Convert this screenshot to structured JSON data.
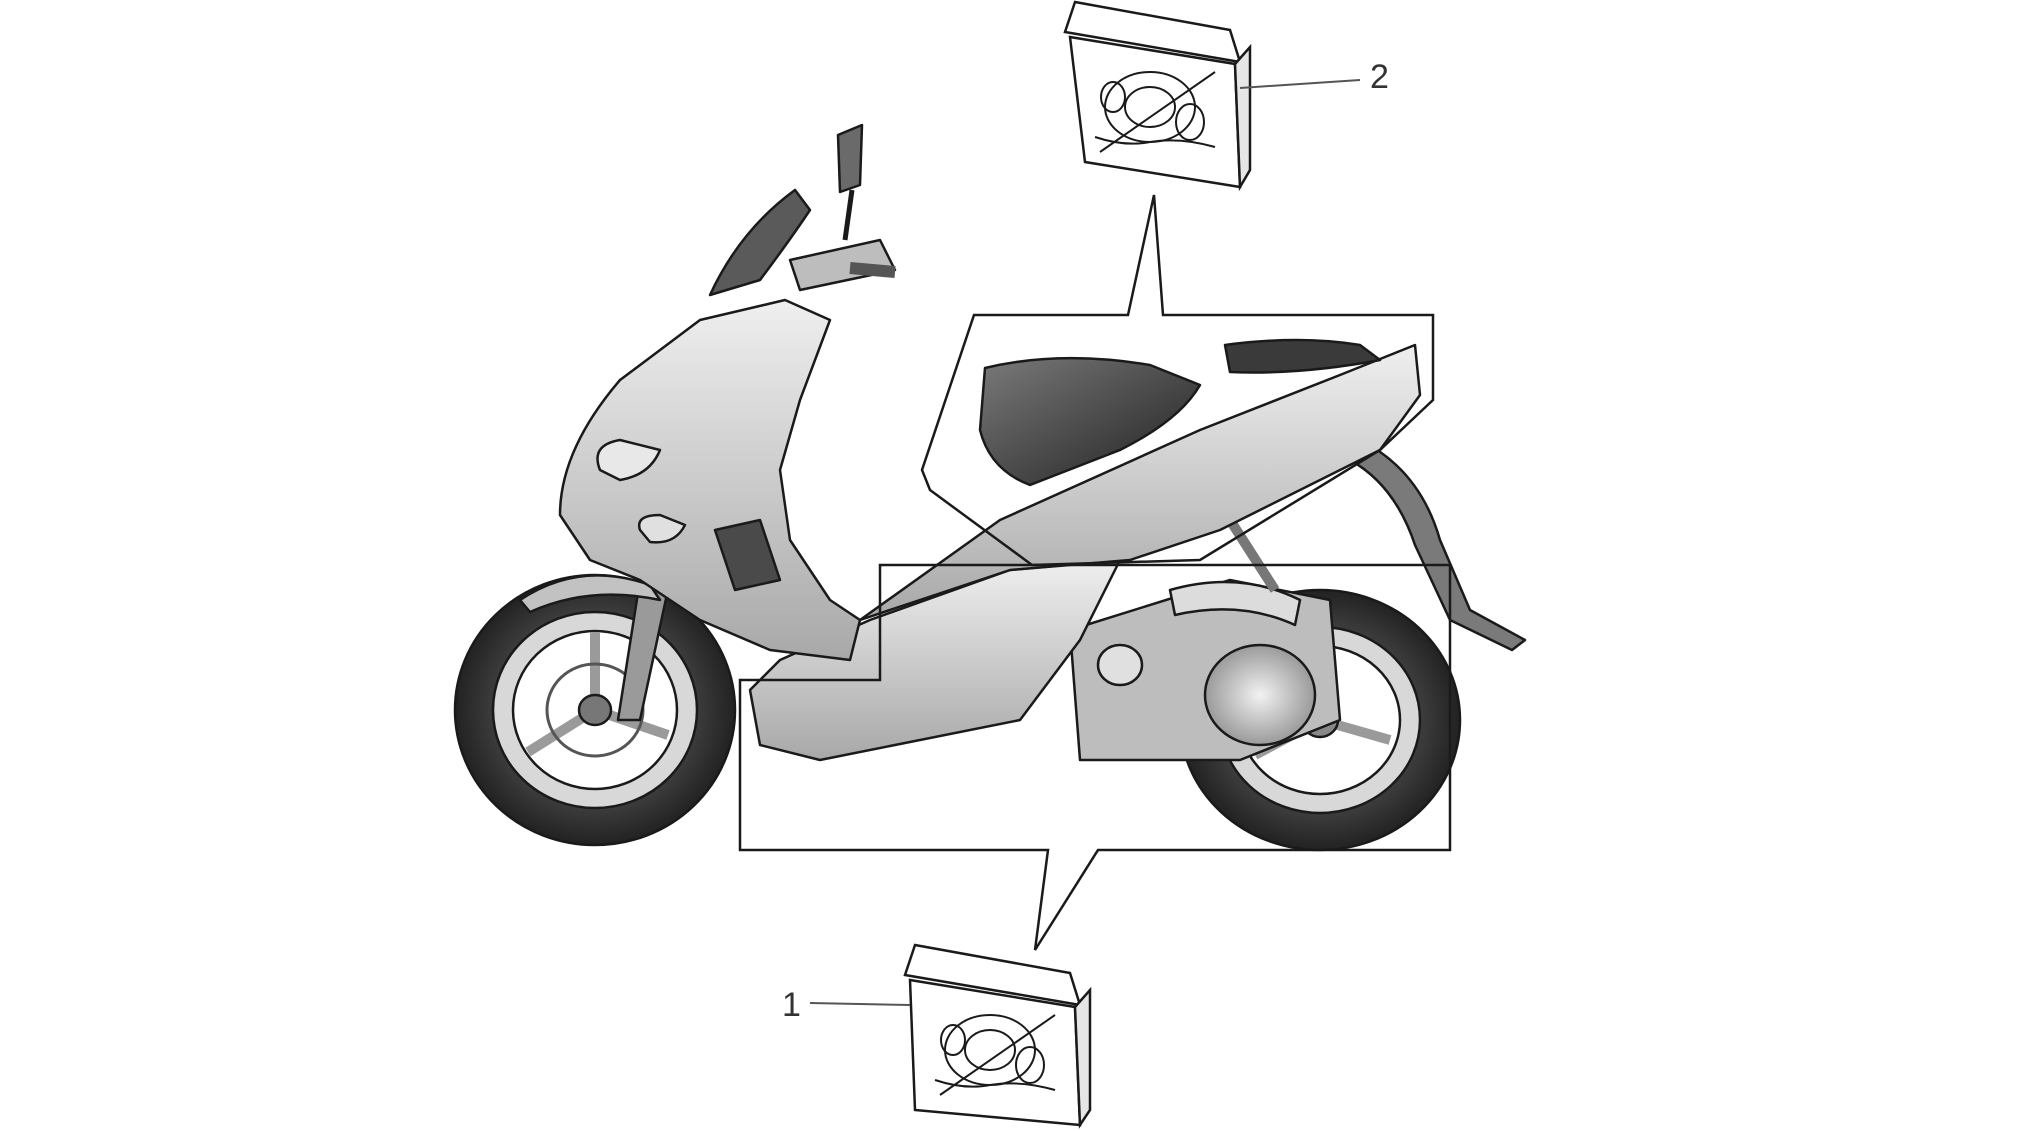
{
  "callouts": [
    {
      "number": "1",
      "part": "kit-bag"
    },
    {
      "number": "2",
      "part": "kit-bag"
    }
  ],
  "icons": {
    "part_icon": "kit-bag-icon",
    "subject": "scooter-illustration"
  },
  "colors": {
    "line": "#1a1a1a",
    "body_fill": "#c9c9c9",
    "body_light": "#e6e6e6",
    "tire": "#3a3a3a",
    "background": "#ffffff"
  }
}
